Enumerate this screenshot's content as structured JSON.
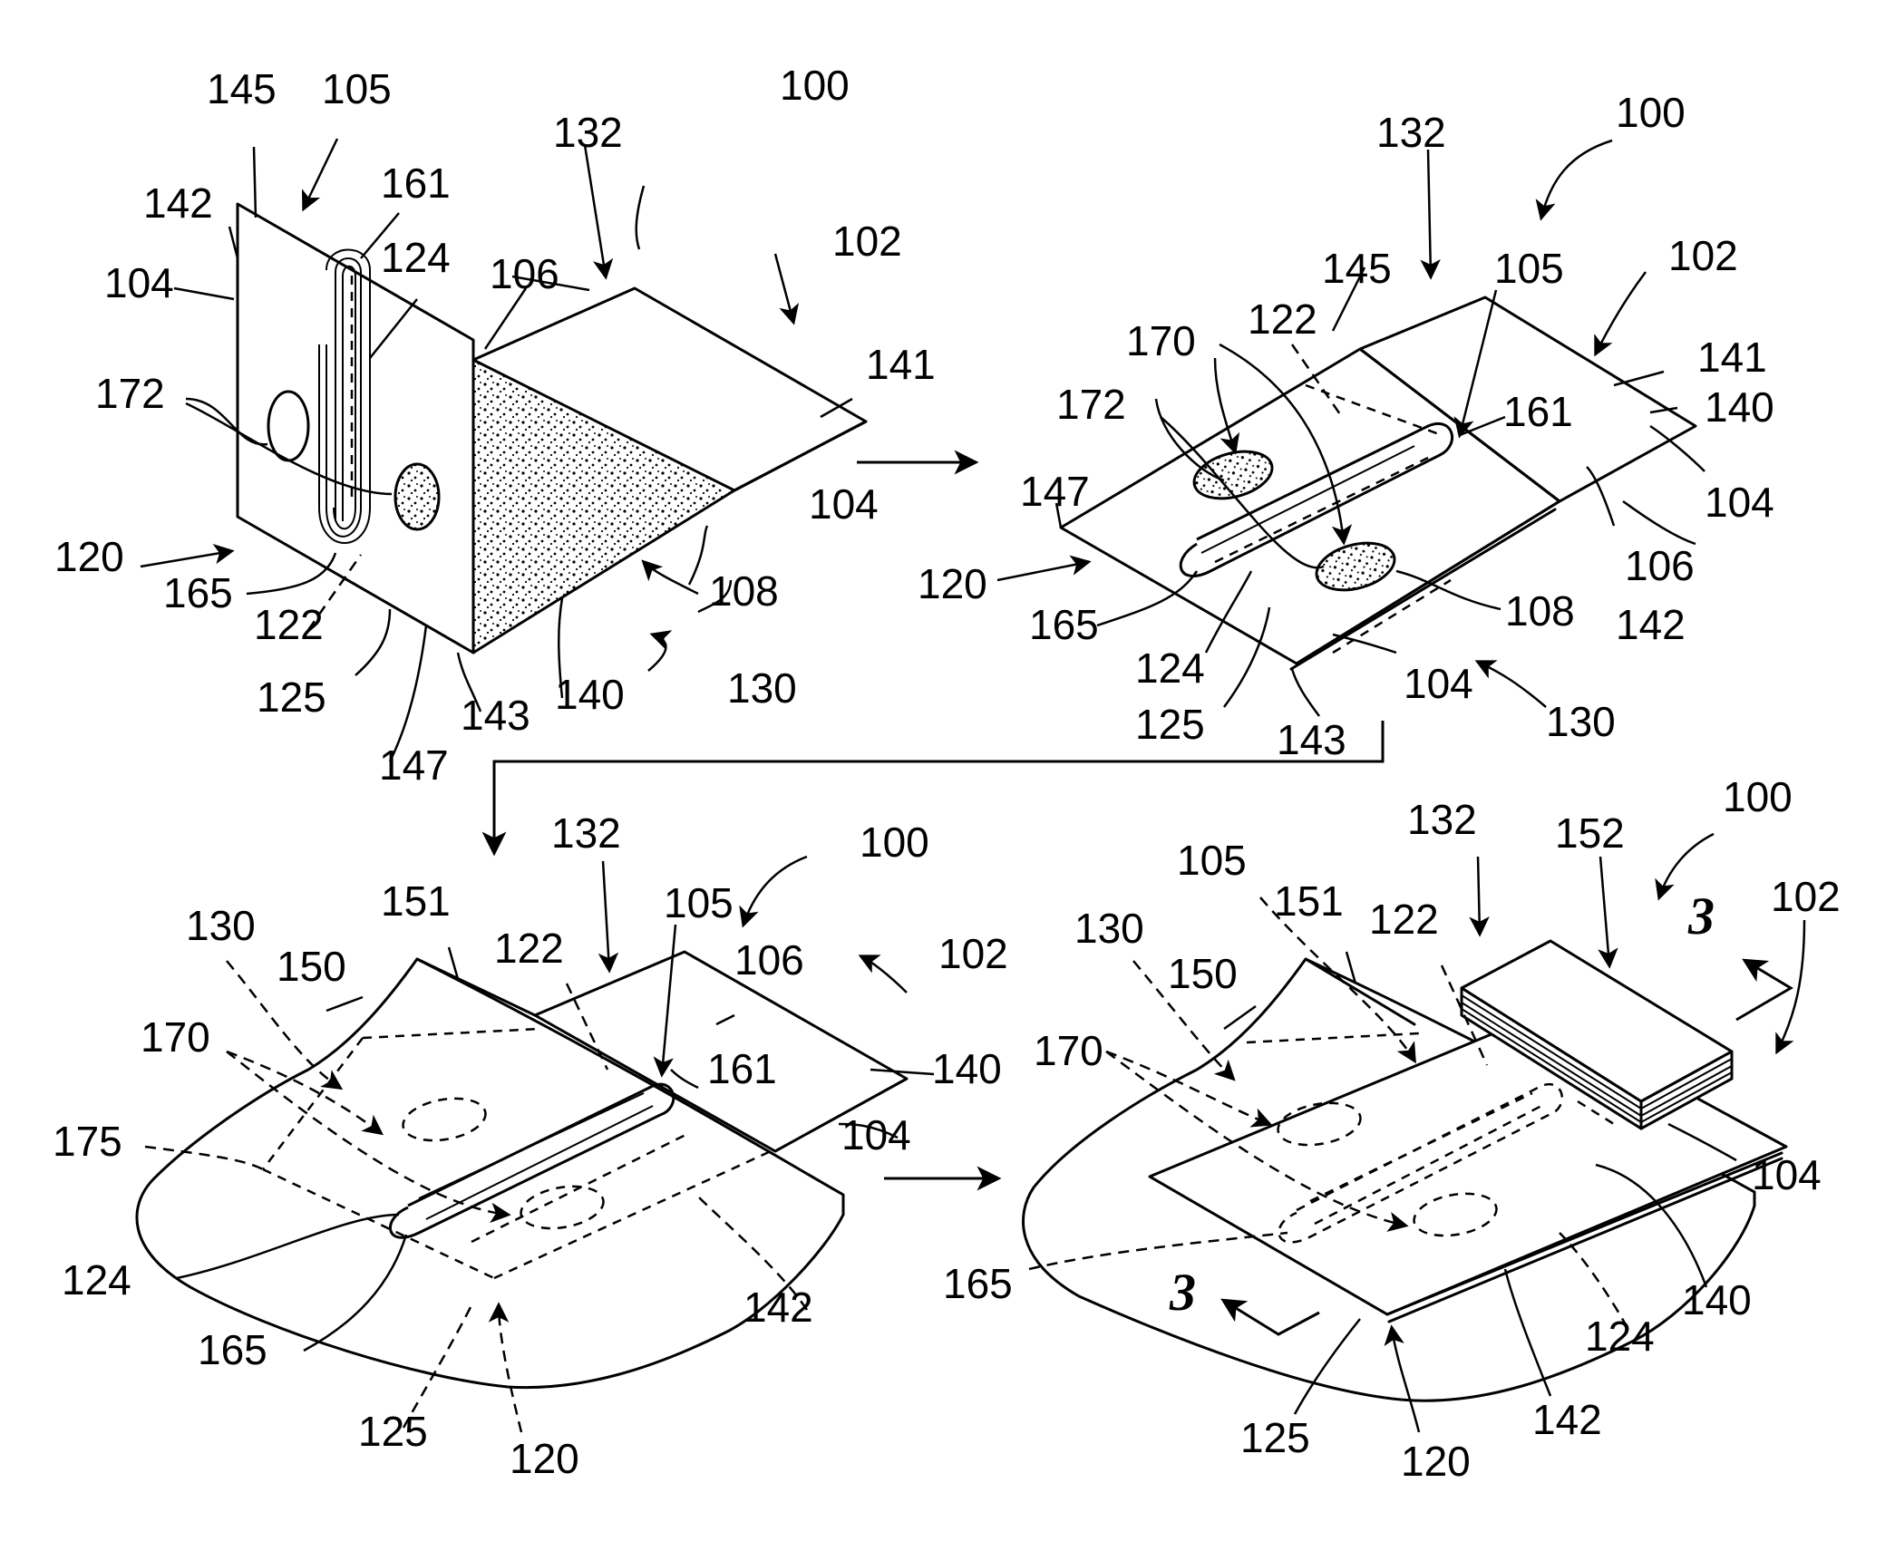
{
  "figure": {
    "section_mark": "3",
    "panels": [
      {
        "id": "top-left",
        "labels": [
          "100",
          "145",
          "105",
          "132",
          "142",
          "161",
          "124",
          "104",
          "106",
          "102",
          "141",
          "172",
          "120",
          "165",
          "122",
          "125",
          "108",
          "104",
          "147",
          "143",
          "140",
          "130"
        ]
      },
      {
        "id": "top-right",
        "labels": [
          "100",
          "132",
          "145",
          "105",
          "102",
          "141",
          "170",
          "122",
          "161",
          "140",
          "172",
          "104",
          "147",
          "120",
          "106",
          "108",
          "142",
          "165",
          "124",
          "125",
          "143",
          "104",
          "130"
        ]
      },
      {
        "id": "bottom-left",
        "labels": [
          "132",
          "100",
          "151",
          "122",
          "105",
          "106",
          "102",
          "130",
          "150",
          "161",
          "140",
          "170",
          "104",
          "175",
          "124",
          "142",
          "165",
          "125",
          "120"
        ]
      },
      {
        "id": "bottom-right",
        "labels": [
          "100",
          "132",
          "152",
          "105",
          "151",
          "122",
          "102",
          "130",
          "150",
          "170",
          "104",
          "165",
          "140",
          "124",
          "125",
          "120",
          "142"
        ]
      }
    ]
  },
  "colors": {
    "ink": "#000000",
    "paper": "#ffffff"
  },
  "icons": {
    "flow_arrow": "right-arrow-icon",
    "down_arrow": "down-arrow-icon",
    "section_arrow": "section-arrow-icon"
  }
}
